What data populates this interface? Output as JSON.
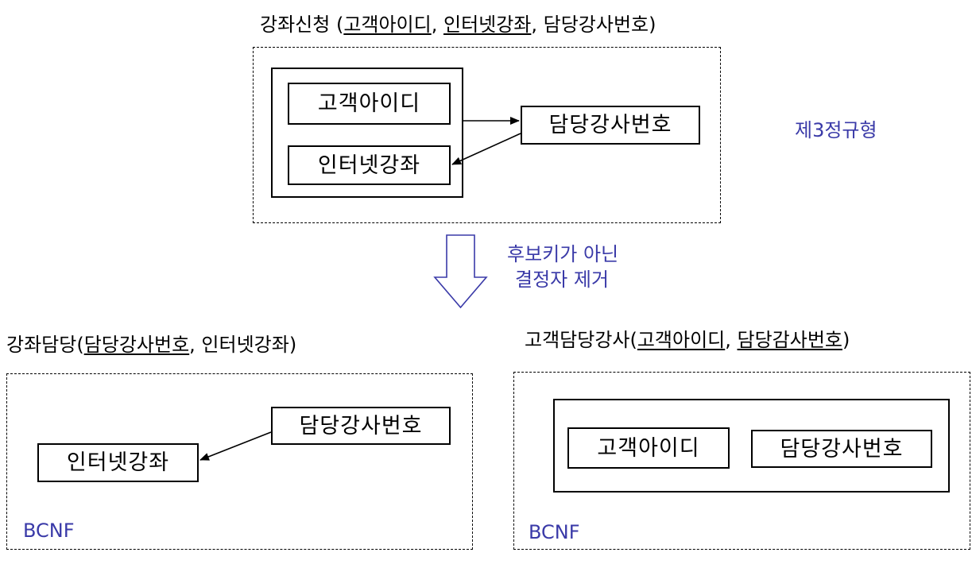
{
  "top": {
    "title_prefix": "강좌신청 (",
    "title_key1": "고객아이디",
    "title_sep1": ", ",
    "title_key2": "인터넷강좌",
    "title_rest": ", 담당강사번호)",
    "attr_customer_id": "고객아이디",
    "attr_course": "인터넷강좌",
    "attr_instructor": "담당강사번호",
    "normal_form": "제3정규형"
  },
  "transition": {
    "line1": "후보키가 아닌",
    "line2": "결정자 제거"
  },
  "left": {
    "title_prefix": "강좌담당(",
    "title_key": "담당강사번호",
    "title_rest": ", 인터넷강좌)",
    "attr_instructor": "담당강사번호",
    "attr_course": "인터넷강좌",
    "normal_form": "BCNF"
  },
  "right": {
    "title_prefix": "고객담당강사(",
    "title_key1": "고객아이디",
    "title_sep": ", ",
    "title_key2": "담당감사번호",
    "title_rest": ")",
    "attr_customer_id": "고객아이디",
    "attr_instructor": "담당강사번호",
    "normal_form": "BCNF"
  },
  "colors": {
    "annotation": "#3a3aa8",
    "line": "#000000"
  }
}
